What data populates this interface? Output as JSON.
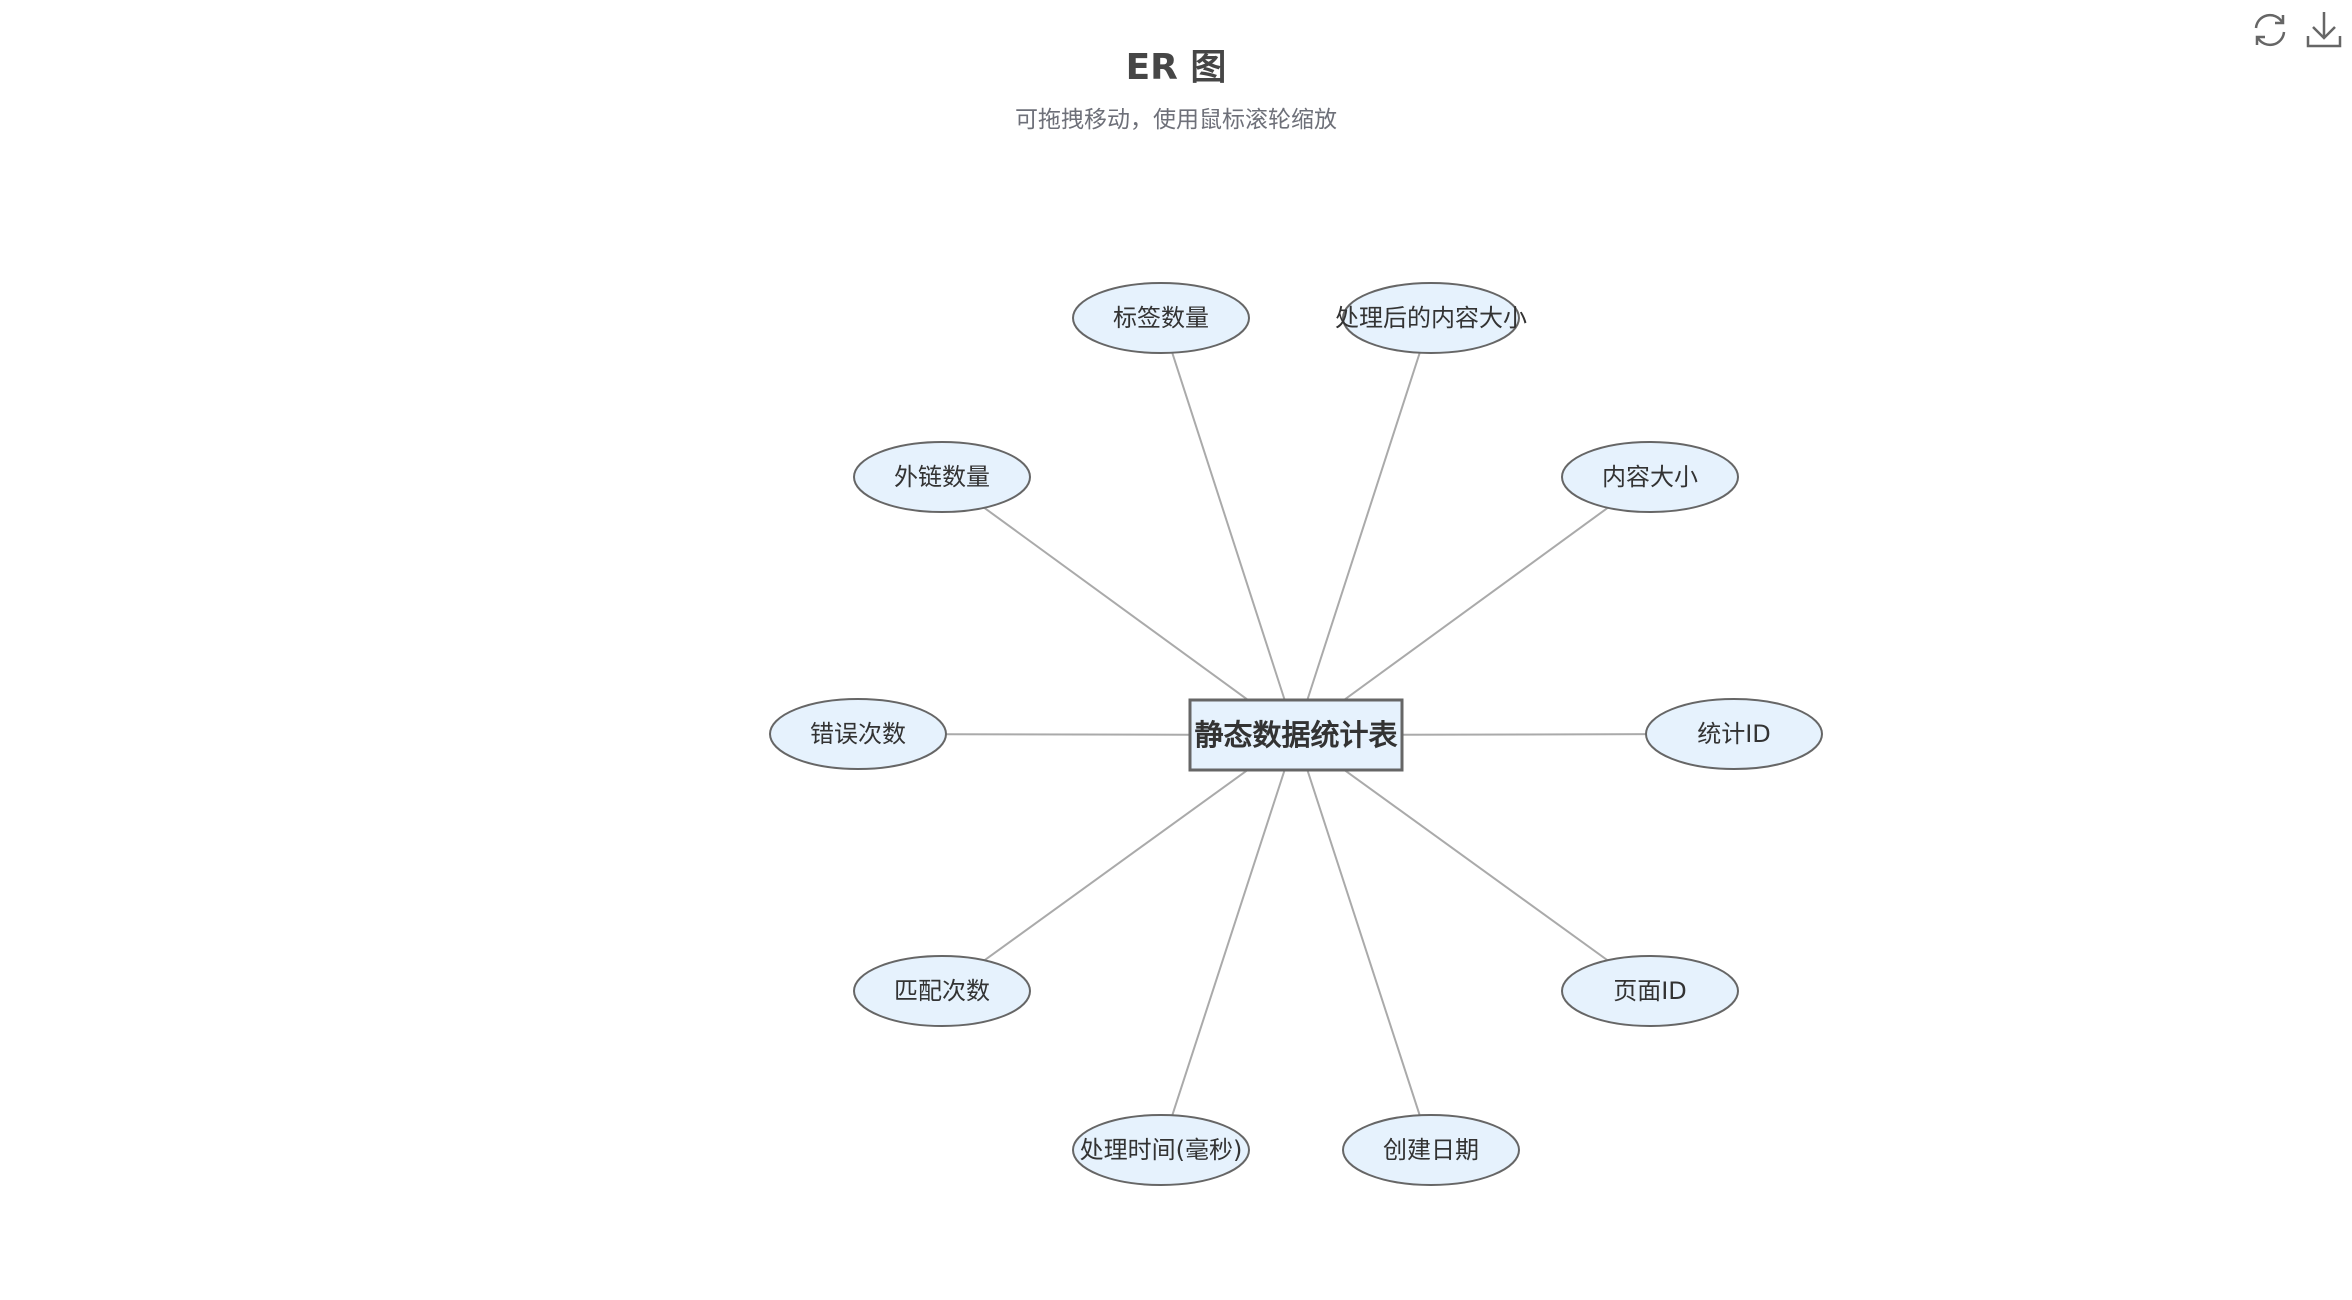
{
  "header": {
    "title": "ER 图",
    "subtitle": "可拖拽移动，使用鼠标滚轮缩放"
  },
  "toolbox": {
    "restore_icon": "refresh-icon",
    "save_icon": "download-icon"
  },
  "diagram": {
    "entity": "静态数据统计表",
    "attributes": [
      "标签数量",
      "处理后的内容大小",
      "外链数量",
      "内容大小",
      "错误次数",
      "统计ID",
      "匹配次数",
      "页面ID",
      "处理时间(毫秒)",
      "创建日期"
    ]
  },
  "colors": {
    "node_fill": "#e6f2fd",
    "node_stroke": "#666666",
    "edge": "#aaaaaa",
    "text": "#333333"
  }
}
